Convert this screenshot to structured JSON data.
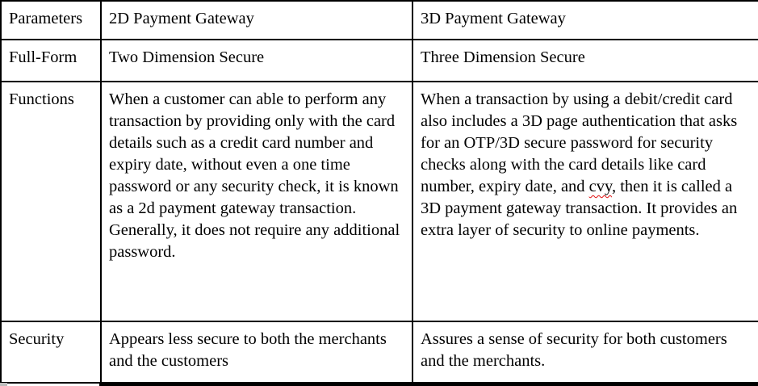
{
  "table": {
    "rows": [
      {
        "param": "Parameters",
        "gateway2d": "2D Payment Gateway",
        "gateway3d": "3D Payment Gateway"
      },
      {
        "param": "Full-Form",
        "gateway2d": "Two Dimension Secure",
        "gateway3d": "Three Dimension Secure"
      },
      {
        "param": "Functions",
        "gateway2d": "When a customer can able to perform any transaction by providing only with the card details such as a credit card number and expiry date, without even a one time password or any security check, it is known as a 2d payment gateway transaction. Generally, it does not require any additional password.",
        "gateway3d_part1": "When a transaction by using a debit/credit card also includes a 3D page authentication that asks for an OTP/3D secure password for security checks along with the card details like card number, expiry date, and ",
        "gateway3d_misspelled": "cvy",
        "gateway3d_part2": ", then it is called a 3D payment gateway transaction. It provides an extra layer of security to online payments."
      },
      {
        "param": "Security",
        "gateway2d": "Appears less secure to both the merchants and the customers",
        "gateway3d": "Assures a sense of security for both customers and the merchants."
      }
    ]
  },
  "style": {
    "border_color": "#000000",
    "squiggle_color": "#e01010",
    "background": "#ffffff",
    "text_color": "#000000"
  }
}
